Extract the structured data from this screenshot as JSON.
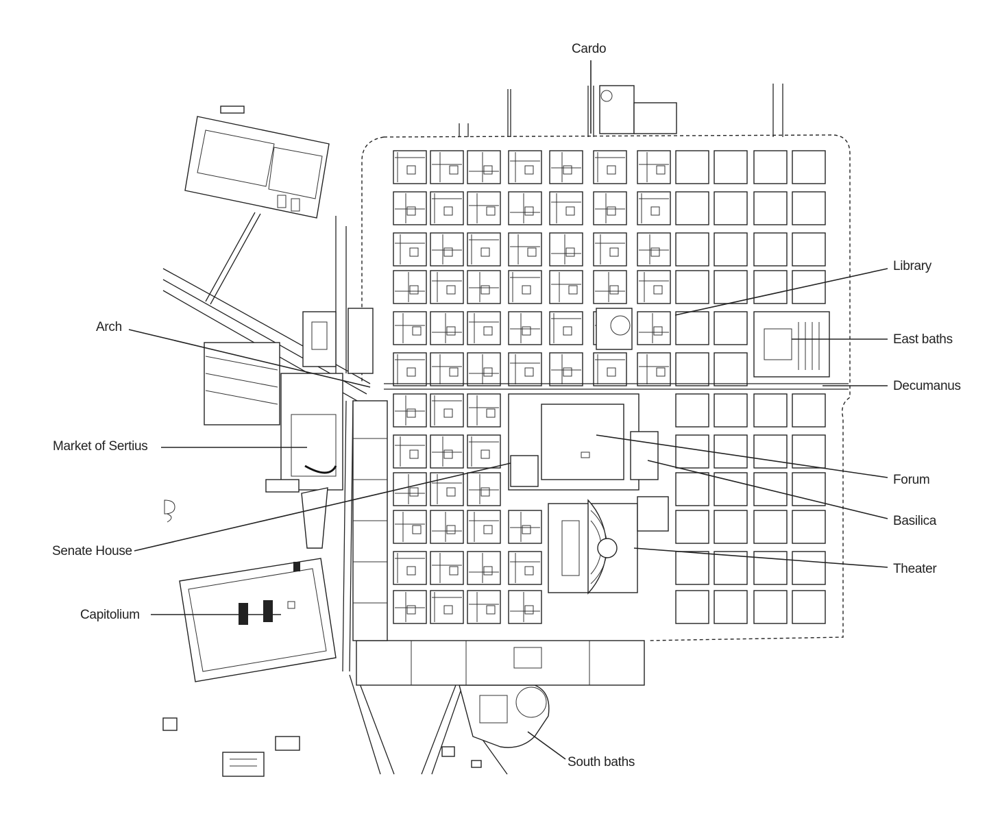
{
  "labels": {
    "cardo": "Cardo",
    "library": "Library",
    "east_baths": "East baths",
    "decumanus": "Decumanus",
    "forum": "Forum",
    "basilica": "Basilica",
    "theater": "Theater",
    "arch": "Arch",
    "market_of_sertius": "Market of Sertius",
    "senate_house": "Senate House",
    "capitolium": "Capitolium",
    "south_baths": "South baths"
  },
  "colors": {
    "ink": "#222222",
    "paper": "#ffffff"
  }
}
